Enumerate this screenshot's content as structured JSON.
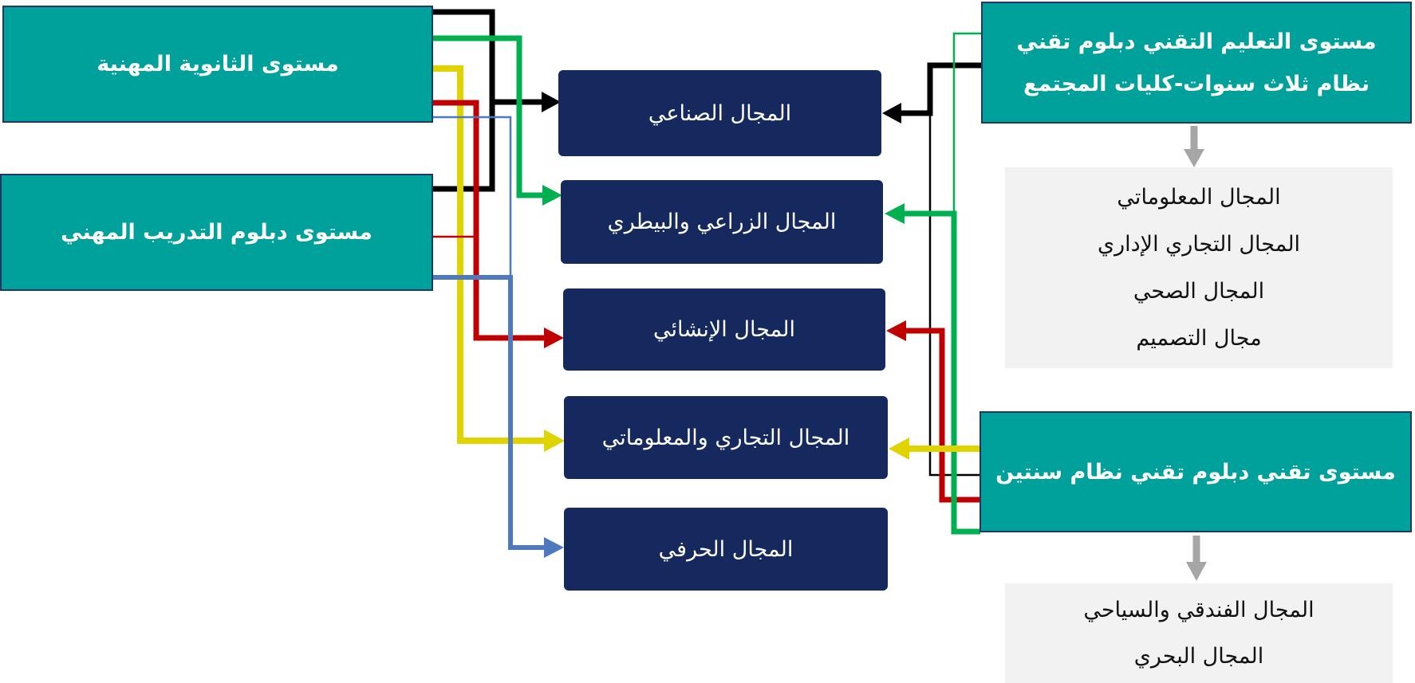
{
  "left_boxes": [
    {
      "label": "مستوى الثانوية المهنية"
    },
    {
      "label": "مستوى دبلوم التدريب المهني"
    }
  ],
  "middle_boxes": [
    {
      "label": "المجال الصناعي"
    },
    {
      "label": "المجال الزراعي والبيطري"
    },
    {
      "label": "المجال الإنشائي"
    },
    {
      "label": "المجال التجاري والمعلوماتي"
    },
    {
      "label": "المجال الحرفي"
    }
  ],
  "right": {
    "top_box": {
      "line1": "مستوى التعليم التقني دبلوم تقني",
      "line2": "نظام ثلاث سنوات-كليات المجتمع"
    },
    "top_fields": [
      "المجال المعلوماتي",
      "المجال التجاري الإداري",
      "المجال الصحي",
      "مجال التصميم"
    ],
    "bottom_box": {
      "label": "مستوى تقني دبلوم تقني نظام سنتين"
    },
    "bottom_fields": [
      "المجال الفندقي والسياحي",
      "المجال البحري"
    ]
  },
  "colors": {
    "teal_box": "#00A19A",
    "teal_border": "#1F3864",
    "navy_box": "#16295F",
    "gray_box": "#F2F2F2",
    "arrow_black": "#000000",
    "arrow_green": "#00B050",
    "arrow_yellow": "#DFD300",
    "arrow_red": "#C00000",
    "arrow_blue": "#4E79BD",
    "arrow_gray": "#A6A6A6"
  },
  "connectors": [
    {
      "color": "black",
      "from": "both left level boxes",
      "to": "المجال الصناعي"
    },
    {
      "color": "green",
      "from": "مستوى الثانوية المهنية",
      "to": "المجال الزراعي والبيطري"
    },
    {
      "color": "yellow",
      "from": "مستوى الثانوية المهنية",
      "to": "المجال التجاري والمعلوماتي"
    },
    {
      "color": "red",
      "from": "both left level boxes",
      "to": "المجال الإنشائي"
    },
    {
      "color": "blue",
      "from": "both left level boxes",
      "to": "المجال الحرفي"
    },
    {
      "color": "black",
      "from": "both right level boxes",
      "to": "المجال الصناعي"
    },
    {
      "color": "green",
      "from": "both right level boxes",
      "to": "المجال الزراعي والبيطري"
    },
    {
      "color": "red",
      "from": "مستوى تقني دبلوم تقني نظام سنتين",
      "to": "المجال الإنشائي"
    },
    {
      "color": "yellow",
      "from": "مستوى تقني دبلوم تقني نظام سنتين",
      "to": "المجال التجاري والمعلوماتي"
    },
    {
      "color": "gray",
      "from": "each right level box",
      "to": "its fields list below"
    }
  ]
}
